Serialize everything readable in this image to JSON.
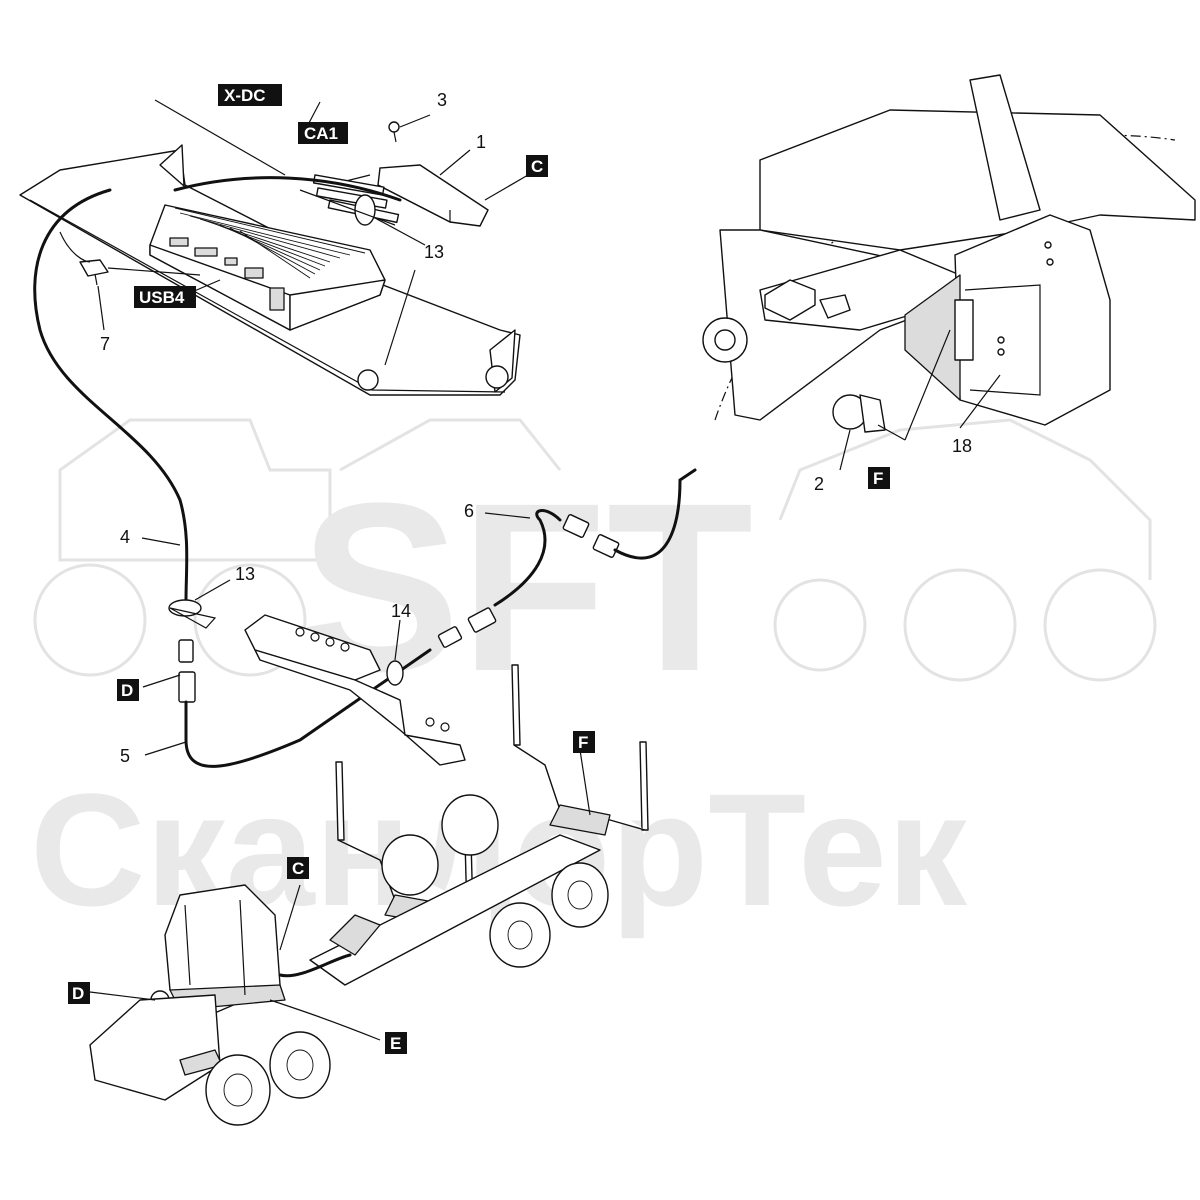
{
  "watermark": {
    "logo_text": "SFT",
    "brand_text": "СкандорТек"
  },
  "tags": {
    "x_dc": "X-DC",
    "ca1": "CA1",
    "usb4": "USB4",
    "c_top": "C",
    "f_right": "F",
    "d_mid": "D",
    "f_mid": "F",
    "c_bottom": "C",
    "d_bottom": "D",
    "e_bottom": "E"
  },
  "callouts": {
    "n1": "1",
    "n3": "3",
    "n13_top": "13",
    "n7": "7",
    "n4": "4",
    "n13_mid": "13",
    "n14": "14",
    "n5": "5",
    "n6": "6",
    "n2": "2",
    "n18": "18"
  },
  "colors": {
    "line": "#111111",
    "tag_fill": "#111111",
    "tag_text": "#ffffff",
    "watermark": "#e9e9e9",
    "shade": "#dcdcdc"
  }
}
